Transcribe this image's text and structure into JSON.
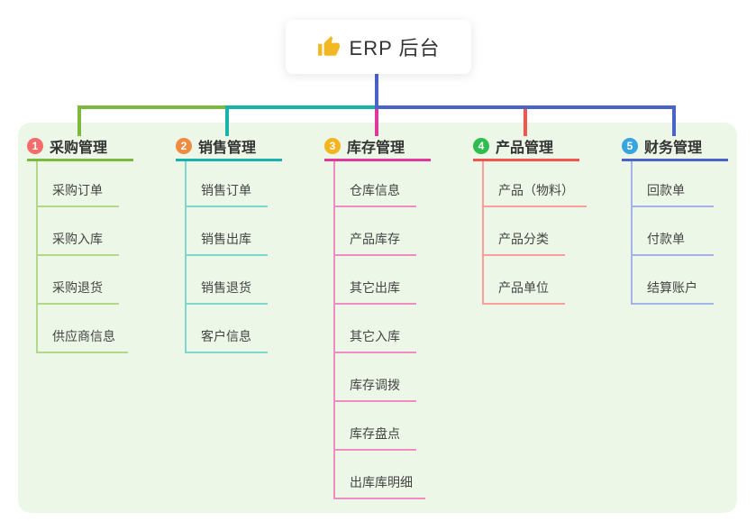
{
  "root": {
    "title": "ERP 后台",
    "icon": "thumbs-up-icon",
    "icon_color": "#f2b824"
  },
  "colors": {
    "page_bg": "#ffffff",
    "canvas_bg": "#edf7e7",
    "root_line": "#4a63c8"
  },
  "branches": [
    {
      "number": "1",
      "label": "采购管理",
      "badge_color": "#f56c6c",
      "accent_color": "#7cb93e",
      "light_color": "#b2d98a",
      "children": [
        "采购订单",
        "采购入库",
        "采购退货",
        "供应商信息"
      ]
    },
    {
      "number": "2",
      "label": "销售管理",
      "badge_color": "#f08c42",
      "accent_color": "#17b3aa",
      "light_color": "#82d6d0",
      "children": [
        "销售订单",
        "销售出库",
        "销售退货",
        "客户信息"
      ]
    },
    {
      "number": "3",
      "label": "库存管理",
      "badge_color": "#f4b41f",
      "accent_color": "#e0399b",
      "light_color": "#f08cc5",
      "children": [
        "仓库信息",
        "产品库存",
        "其它出库",
        "其它入库",
        "库存调拨",
        "库存盘点",
        "出库库明细"
      ]
    },
    {
      "number": "4",
      "label": "产品管理",
      "badge_color": "#2ebd4e",
      "accent_color": "#f2564f",
      "light_color": "#f8a09b",
      "children": [
        "产品（物料）",
        "产品分类",
        "产品单位"
      ]
    },
    {
      "number": "5",
      "label": "财务管理",
      "badge_color": "#38a5e0",
      "accent_color": "#4a63c8",
      "light_color": "#a3b3e6",
      "children": [
        "回款单",
        "付款单",
        "结算账户"
      ]
    }
  ]
}
